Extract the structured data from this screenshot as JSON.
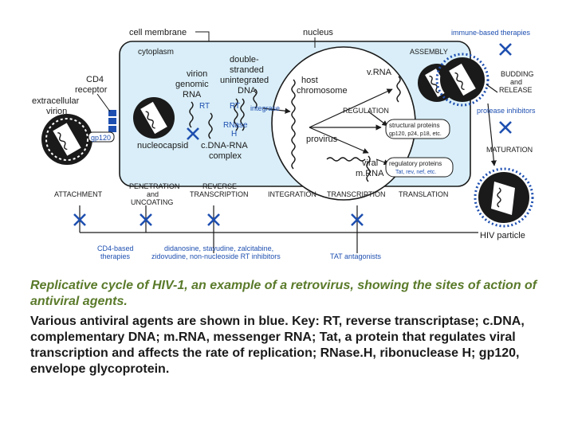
{
  "colors": {
    "ink": "#1a1a1a",
    "antiviral_blue": "#1e4fb0",
    "cytoplasm_fill": "#d9eef8",
    "caption_title": "#5a7a2a"
  },
  "labels": {
    "cell_membrane": "cell membrane",
    "nucleus": "nucleus",
    "immune_therapies": "immune-based therapies",
    "cytoplasm": "cytoplasm",
    "double_stranded_1": "double-",
    "double_stranded_2": "stranded",
    "double_stranded_3": "unintegrated",
    "double_stranded_4": "DNA",
    "virion_rna_1": "virion",
    "virion_rna_2": "genomic",
    "virion_rna_3": "RNA",
    "cd4_1": "CD4",
    "cd4_2": "receptor",
    "extracellular_1": "extracellular",
    "extracellular_2": "virion",
    "gp120": "gp120",
    "rt1": "RT",
    "rt2": "RT",
    "rnase_1": "RNase",
    "rnase_2": "H",
    "integrase": "integrase",
    "nucleocapsid": "nucleocapsid",
    "cdna_rna_1": "c.DNA-RNA",
    "cdna_rna_2": "complex",
    "host_1": "host",
    "host_2": "chromosome",
    "vrna": "v.RNA",
    "assembly": "ASSEMBLY",
    "regulation": "REGULATION",
    "structural_proteins": "structural proteins",
    "structural_proteins_sub": "gp120, p24, p18, etc.",
    "provirus": "provirus",
    "viral_mrna_1": "viral",
    "viral_mrna_2": "m.RNA",
    "regulatory_proteins": "regulatory proteins",
    "regulatory_proteins_sub": "Tat, rev, nef, etc.",
    "budding_1": "BUDDING",
    "budding_2": "and",
    "budding_3": "RELEASE",
    "protease_inhibitors": "protease inhibitors",
    "maturation": "MATURATION",
    "hiv_particle": "HIV particle",
    "attachment": "ATTACHMENT",
    "penetration_1": "PENETRATION",
    "penetration_2": "and",
    "penetration_3": "UNCOATING",
    "reverse_1": "REVERSE",
    "reverse_2": "TRANSCRIPTION",
    "integration": "INTEGRATION",
    "transcription": "TRANSCRIPTION",
    "translation": "TRANSLATION",
    "cd4_based_1": "CD4-based",
    "cd4_based_2": "therapies",
    "nrti_1": "didanosine, stavudine, zalcitabine,",
    "nrti_2": "zidovudine, non-nucleoside RT inhibitors",
    "tat_antagonists": "TAT antagonists"
  },
  "caption": {
    "title": "Replicative cycle of HIV-1, an example of a retrovirus, showing the sites of action of antiviral agents.",
    "body": "Various antiviral agents are shown in blue. Key: RT, reverse transcriptase; c.DNA, complementary DNA; m.RNA, messenger RNA; Tat, a protein that regulates viral transcription and affects the rate of replication; RNase.H, ribonuclease H; gp120, envelope glycoprotein."
  }
}
